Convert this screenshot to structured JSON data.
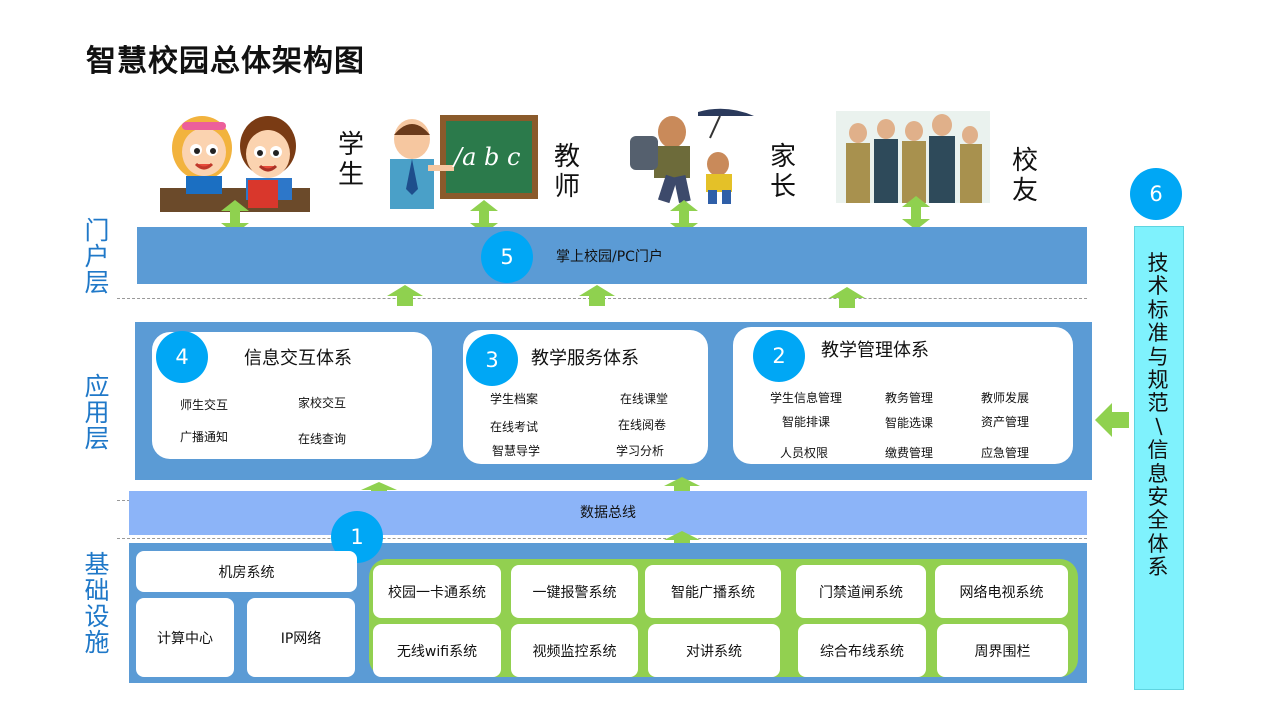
{
  "title": "智慧校园总体架构图",
  "users": [
    {
      "label": "学生"
    },
    {
      "label": "教师"
    },
    {
      "label": "家长"
    },
    {
      "label": "校友"
    }
  ],
  "blackboard_text": "/a b c",
  "layers": {
    "portal": "门户层",
    "application": "应用层",
    "infrastructure": "基础设施"
  },
  "portal_bar": {
    "badge": "5",
    "label": "掌上校园/PC门户"
  },
  "cards": [
    {
      "badge": "4",
      "title": "信息交互体系",
      "items": [
        "师生交互",
        "家校交互",
        "广播通知",
        "在线查询"
      ]
    },
    {
      "badge": "3",
      "title": "教学服务体系",
      "items": [
        "学生档案",
        "在线课堂",
        "在线考试",
        "在线阅卷",
        "智慧导学",
        "学习分析"
      ]
    },
    {
      "badge": "2",
      "title": "教学管理体系",
      "items": [
        "学生信息管理",
        "教务管理",
        "教师发展",
        "智能排课",
        "智能选课",
        "资产管理",
        "人员权限",
        "缴费管理",
        "应急管理"
      ]
    }
  ],
  "data_bus": {
    "badge": "1",
    "label": "数据总线"
  },
  "infra_left": [
    "机房系统",
    "计算中心",
    "IP网络"
  ],
  "infra_right": [
    "校园一卡通系统",
    "一键报警系统",
    "智能广播系统",
    "门禁道闸系统",
    "网络电视系统",
    "无线wifi系统",
    "视频监控系统",
    "对讲系统",
    "综合布线系统",
    "周界围栏"
  ],
  "side": {
    "badge": "6",
    "label": "技术标准与规范∖信息安全体系"
  },
  "colors": {
    "layer_band": "#5b9bd5",
    "data_bus": "#8cb4f8",
    "arrow": "#8fd14f",
    "badge": "#00a7f5",
    "side_bar": "#7ff2fd",
    "infra_panel": "#92d050"
  }
}
